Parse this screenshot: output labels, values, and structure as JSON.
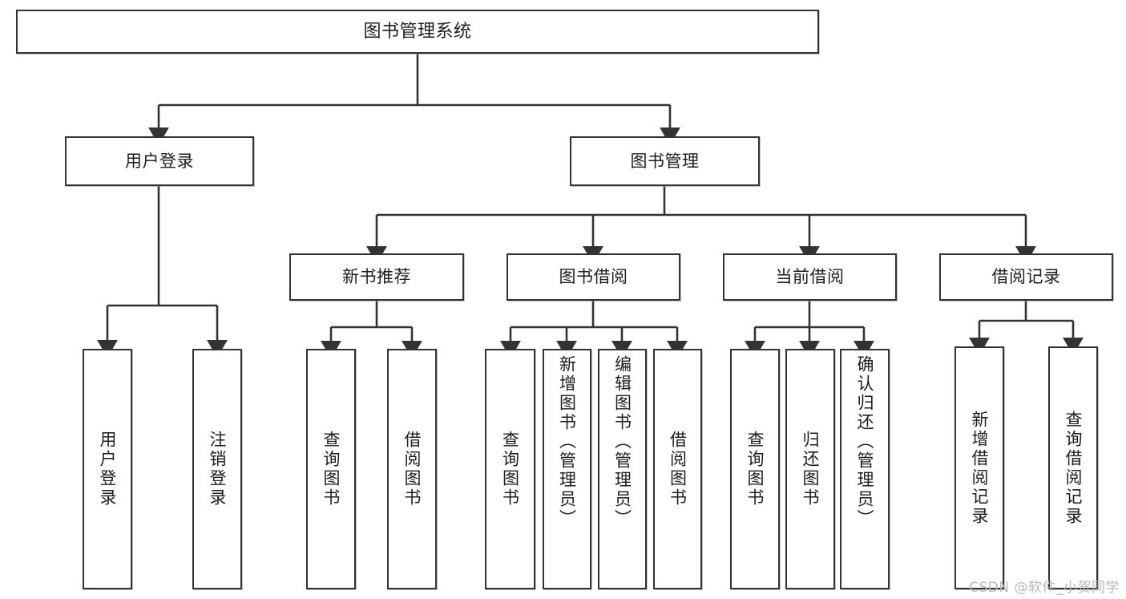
{
  "diagram": {
    "title": "图书管理系统",
    "type": "tree-hierarchy-chart",
    "stroke_color": "#333333",
    "fill_color": "#ffffff",
    "text_color": "#1d1d1d"
  },
  "watermark": {
    "text": "CSDN @软件_小贺同学",
    "color": "#b9b9b9"
  },
  "nodes": {
    "root": {
      "label": "图书管理系统"
    },
    "level2": [
      {
        "label": "用户登录"
      },
      {
        "label": "图书管理"
      }
    ],
    "level3": [
      {
        "label": "新书推荐"
      },
      {
        "label": "图书借阅"
      },
      {
        "label": "当前借阅"
      },
      {
        "label": "借阅记录"
      }
    ],
    "leaves": {
      "user_login": [
        {
          "label": "用户登录"
        },
        {
          "label": "注销登录"
        }
      ],
      "new_book_recommend": [
        {
          "label": "查询图书"
        },
        {
          "label": "借阅图书"
        }
      ],
      "book_borrow": [
        {
          "label": "查询图书"
        },
        {
          "label": "新增图书（管理员）"
        },
        {
          "label": "编辑图书（管理员）"
        },
        {
          "label": "借阅图书"
        }
      ],
      "current_borrow": [
        {
          "label": "查询图书"
        },
        {
          "label": "归还图书"
        },
        {
          "label": "确认归还（管理员）"
        }
      ],
      "borrow_record": [
        {
          "label": "新增借阅记录"
        },
        {
          "label": "查询借阅记录"
        }
      ]
    }
  },
  "chart_data": {
    "type": "tree",
    "title": "图书管理系统",
    "root": "图书管理系统",
    "edges": [
      {
        "from": "图书管理系统",
        "to": "用户登录"
      },
      {
        "from": "图书管理系统",
        "to": "图书管理"
      },
      {
        "from": "用户登录",
        "to": "用户登录"
      },
      {
        "from": "用户登录",
        "to": "注销登录"
      },
      {
        "from": "图书管理",
        "to": "新书推荐"
      },
      {
        "from": "图书管理",
        "to": "图书借阅"
      },
      {
        "from": "图书管理",
        "to": "当前借阅"
      },
      {
        "from": "图书管理",
        "to": "借阅记录"
      },
      {
        "from": "新书推荐",
        "to": "查询图书"
      },
      {
        "from": "新书推荐",
        "to": "借阅图书"
      },
      {
        "from": "图书借阅",
        "to": "查询图书"
      },
      {
        "from": "图书借阅",
        "to": "新增图书（管理员）"
      },
      {
        "from": "图书借阅",
        "to": "编辑图书（管理员）"
      },
      {
        "from": "图书借阅",
        "to": "借阅图书"
      },
      {
        "from": "当前借阅",
        "to": "查询图书"
      },
      {
        "from": "当前借阅",
        "to": "归还图书"
      },
      {
        "from": "当前借阅",
        "to": "确认归还（管理员）"
      },
      {
        "from": "借阅记录",
        "to": "新增借阅记录"
      },
      {
        "from": "借阅记录",
        "to": "查询借阅记录"
      }
    ],
    "levels": 4,
    "node_count": 20,
    "orientation": "top-down"
  }
}
